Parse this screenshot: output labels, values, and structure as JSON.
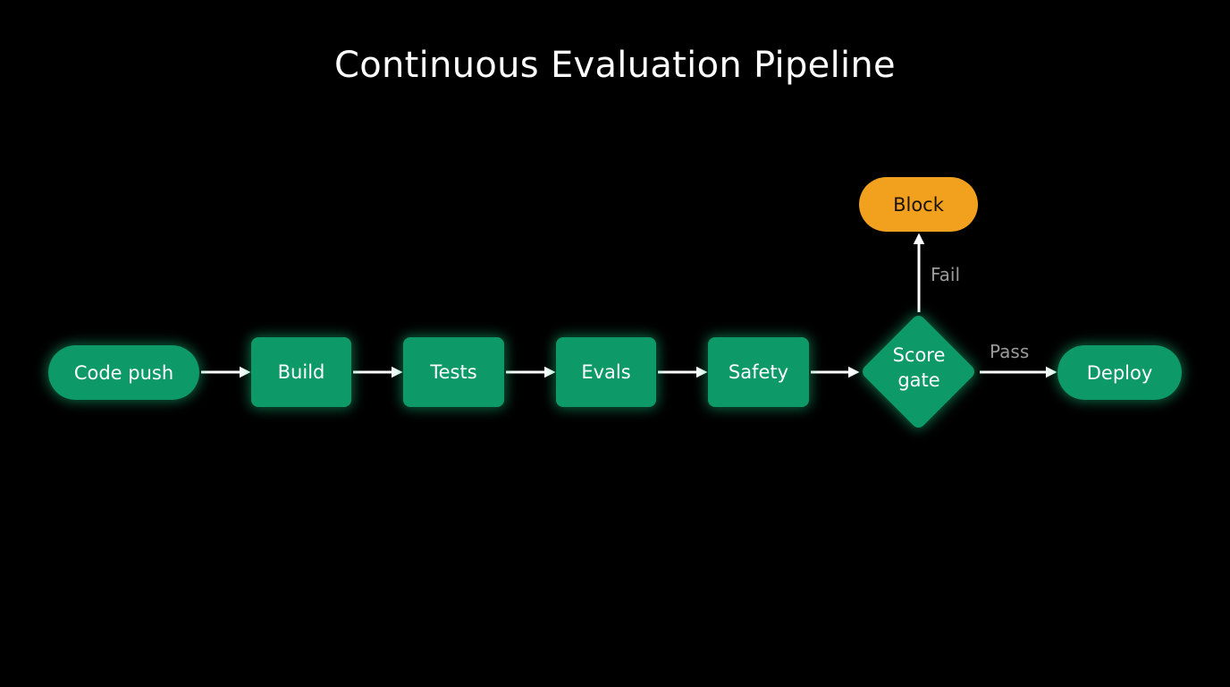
{
  "title": "Continuous Evaluation Pipeline",
  "colors": {
    "background": "#000000",
    "node_green": "#0e9968",
    "node_glow": "#19c784",
    "block_orange": "#f2a11e",
    "arrow": "#ffffff",
    "edge_label": "#9a9a9a"
  },
  "nodes": {
    "code_push": "Code push",
    "build": "Build",
    "tests": "Tests",
    "evals": "Evals",
    "safety": "Safety",
    "score_gate_line1": "Score",
    "score_gate_line2": "gate",
    "deploy": "Deploy",
    "block": "Block"
  },
  "edges": {
    "pass": "Pass",
    "fail": "Fail"
  }
}
